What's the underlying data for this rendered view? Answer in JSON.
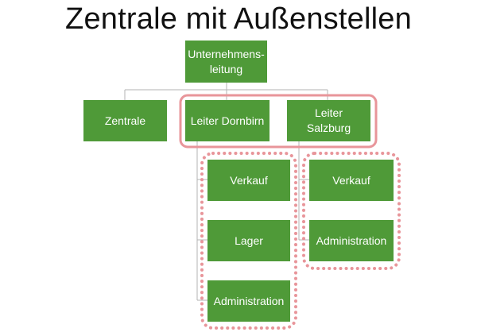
{
  "title": "Zentrale mit Außenstellen",
  "nodes": {
    "top": "Unternehmens-\nleitung",
    "zentrale": "Zentrale",
    "dornbirn": "Leiter Dornbirn",
    "salzburg": "Leiter Salzburg",
    "dornbirn_verkauf": "Verkauf",
    "dornbirn_lager": "Lager",
    "dornbirn_admin": "Administration",
    "salzburg_verkauf": "Verkauf",
    "salzburg_admin": "Administration"
  },
  "colors": {
    "node_fill": "#4f9a38",
    "node_text": "#ffffff",
    "connector": "#b3b3b3",
    "highlight": "#e8959a"
  }
}
